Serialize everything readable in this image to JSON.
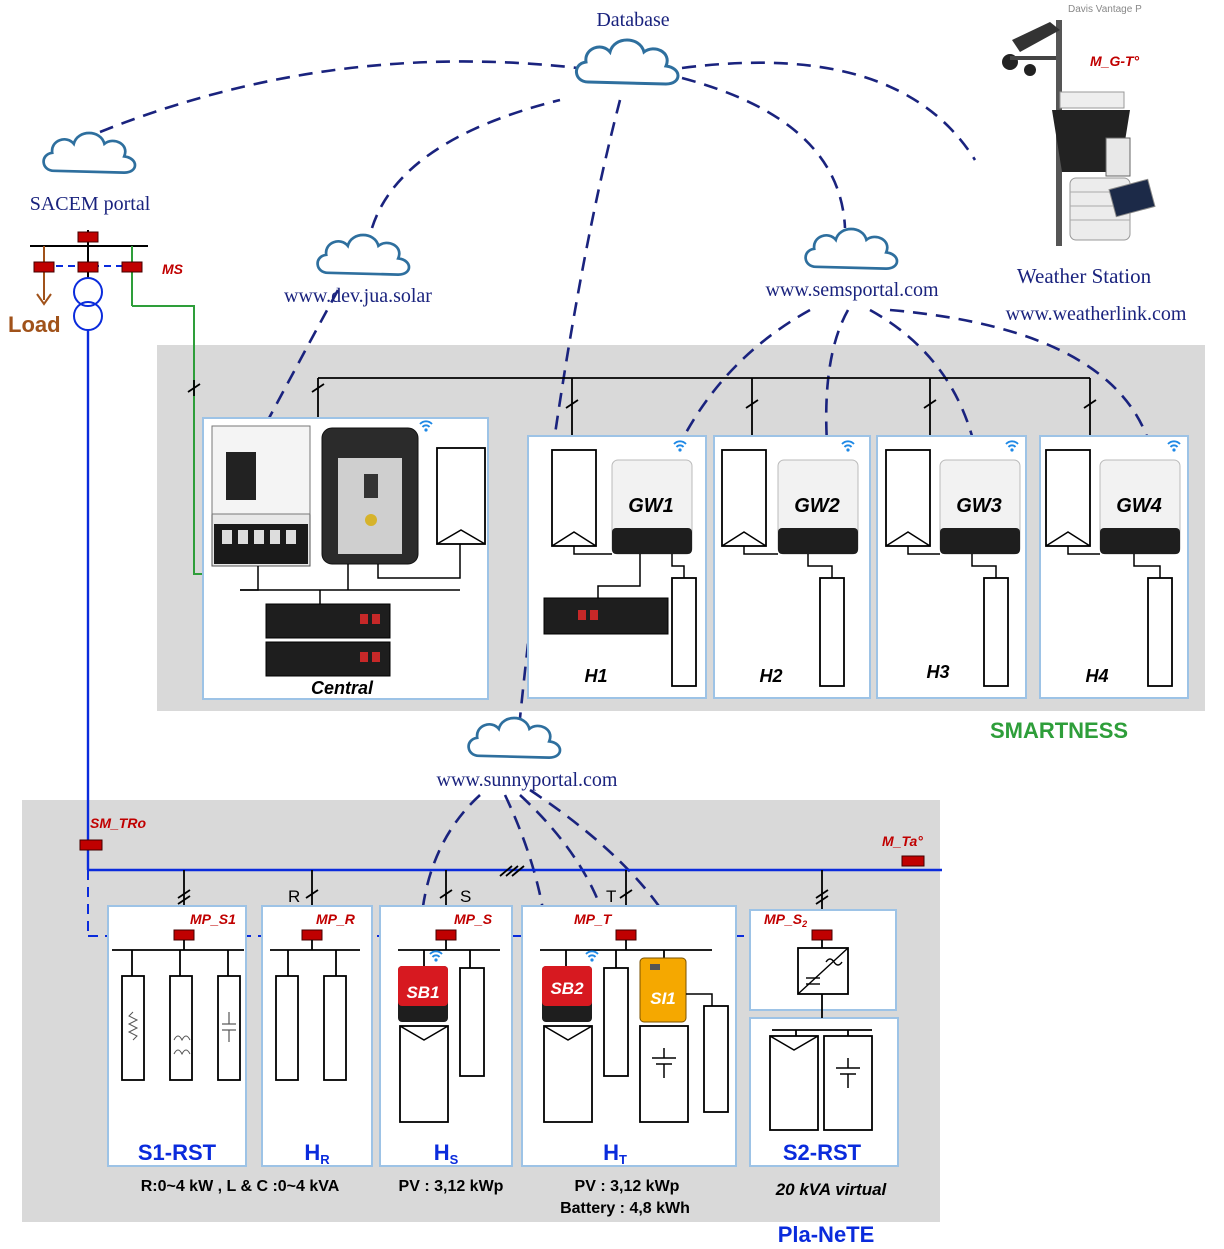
{
  "clouds": {
    "database": "Database",
    "sacem": "SACEM portal",
    "devjua": "www.dev.jua.solar",
    "sems": "www.semsportal.com",
    "sunny": "www.sunnyportal.com"
  },
  "weather": {
    "title": "Weather Station",
    "url": "www.weatherlink.com",
    "meter": "M_G-T°",
    "top_text": "Davis Vantage P"
  },
  "grid": {
    "ms": "MS",
    "load": "Load",
    "sm_tro": "SM_TRo",
    "m_ta": "M_Ta°"
  },
  "smartness": {
    "title": "SMARTNESS",
    "central": "Central",
    "houses": [
      {
        "house": "H1",
        "gw": "GW1"
      },
      {
        "house": "H2",
        "gw": "GW2"
      },
      {
        "house": "H3",
        "gw": "GW3"
      },
      {
        "house": "H4",
        "gw": "GW4"
      }
    ]
  },
  "planete": {
    "title": "Pla-NeTE",
    "phases": {
      "r": "R",
      "s": "S",
      "t": "T"
    },
    "meters": {
      "s1": "MP_S1",
      "r": "MP_R",
      "s": "MP_S",
      "t": "MP_T",
      "s2": "MP_S"
    },
    "meter_s2_sub": "2",
    "devices": {
      "sb1": "SB1",
      "sb2": "SB2",
      "si1": "SI1"
    },
    "s1_label": "S1-RST",
    "hr_main": "H",
    "hr_sub": "R",
    "hs_main": "H",
    "hs_sub": "S",
    "ht_main": "H",
    "ht_sub": "T",
    "s2_label": "S2-RST",
    "s1_note": "R:0~4 kW , L & C :0~4  kVA",
    "hs_note": "PV : 3,12 kWp",
    "ht_note1": "PV : 3,12 kWp",
    "ht_note2": "Battery : 4,8 kWh",
    "s2_note": "20 kVA virtual"
  },
  "colors": {
    "dash": "#1a237e",
    "cloud": "#2e6f9e",
    "meter": "#c00000",
    "blue_line": "#0a2bdc",
    "green_line": "#2e9e3a",
    "load": "#a0521a",
    "panel_bg": "#d9d9d9",
    "box_border": "#9dc3e6"
  }
}
